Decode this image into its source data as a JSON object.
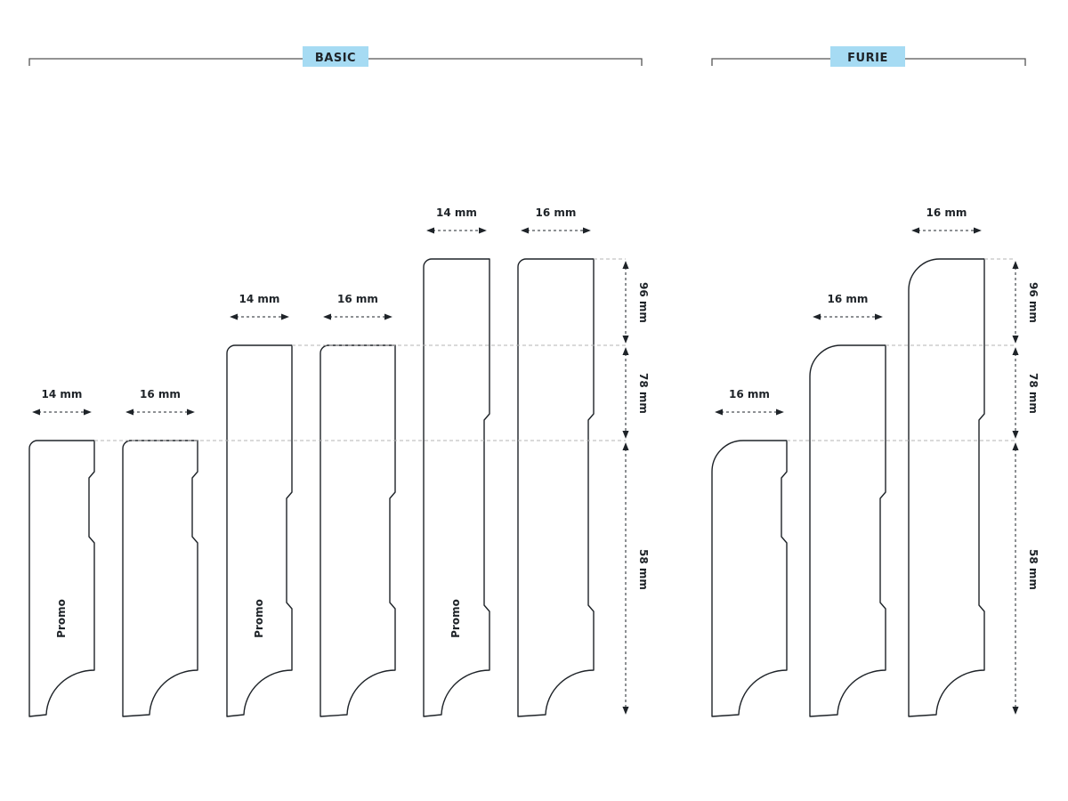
{
  "groups": [
    {
      "name": "BASIC",
      "color": "#a6dbf3"
    },
    {
      "name": "FURIE",
      "color": "#a6dbf3"
    }
  ],
  "profiles": [
    {
      "group": "BASIC",
      "width": "14 mm",
      "tag": "Promo",
      "tier": 1
    },
    {
      "group": "BASIC",
      "width": "16 mm",
      "tag": null,
      "tier": 1
    },
    {
      "group": "BASIC",
      "width": "14 mm",
      "tag": "Promo",
      "tier": 2
    },
    {
      "group": "BASIC",
      "width": "16 mm",
      "tag": null,
      "tier": 2
    },
    {
      "group": "BASIC",
      "width": "14 mm",
      "tag": "Promo",
      "tier": 3
    },
    {
      "group": "BASIC",
      "width": "16 mm",
      "tag": null,
      "tier": 3
    },
    {
      "group": "FURIE",
      "width": "16 mm",
      "tag": null,
      "tier": 1
    },
    {
      "group": "FURIE",
      "width": "16 mm",
      "tag": null,
      "tier": 2
    },
    {
      "group": "FURIE",
      "width": "16 mm",
      "tag": null,
      "tier": 3
    }
  ],
  "heights": [
    "96 mm",
    "78 mm",
    "58 mm"
  ],
  "colors": {
    "stroke": "#1e2328",
    "guide": "#b5b5b5"
  }
}
